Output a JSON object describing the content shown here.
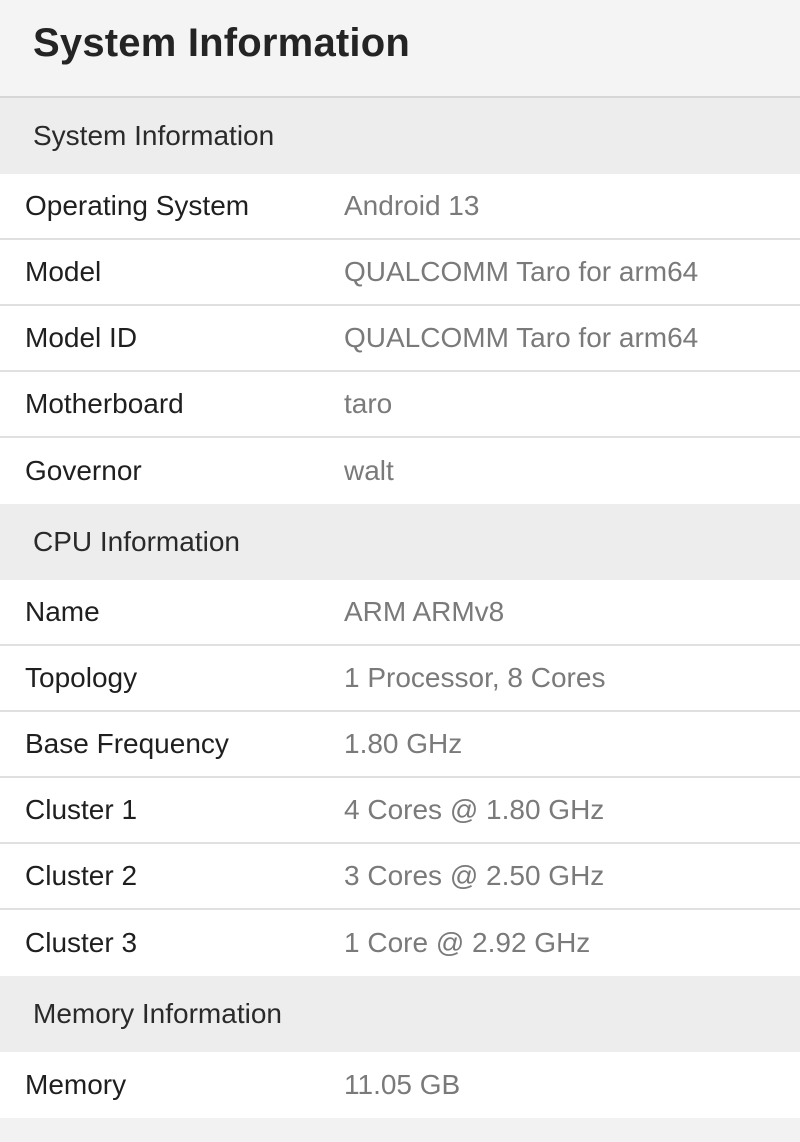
{
  "header": {
    "title": "System Information"
  },
  "sections": [
    {
      "title": "System Information",
      "rows": [
        {
          "label": "Operating System",
          "value": "Android 13"
        },
        {
          "label": "Model",
          "value": "QUALCOMM Taro for arm64"
        },
        {
          "label": "Model ID",
          "value": "QUALCOMM Taro for arm64"
        },
        {
          "label": "Motherboard",
          "value": "taro"
        },
        {
          "label": "Governor",
          "value": "walt"
        }
      ]
    },
    {
      "title": "CPU Information",
      "rows": [
        {
          "label": "Name",
          "value": "ARM ARMv8"
        },
        {
          "label": "Topology",
          "value": "1 Processor, 8 Cores"
        },
        {
          "label": "Base Frequency",
          "value": "1.80 GHz"
        },
        {
          "label": "Cluster 1",
          "value": "4 Cores @ 1.80 GHz"
        },
        {
          "label": "Cluster 2",
          "value": "3 Cores @ 2.50 GHz"
        },
        {
          "label": "Cluster 3",
          "value": "1 Core @ 2.92 GHz"
        }
      ]
    },
    {
      "title": "Memory Information",
      "rows": [
        {
          "label": "Memory",
          "value": "11.05 GB"
        }
      ]
    }
  ]
}
